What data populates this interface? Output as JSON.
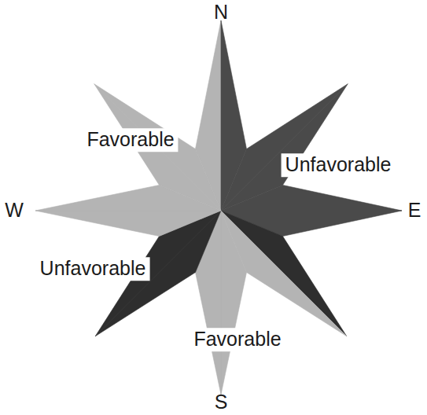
{
  "diagram": {
    "labels": [
      "N",
      "Favorable",
      "Unfavorable",
      "W",
      "E",
      "Unfavorable",
      "Favorable",
      "S"
    ]
  }
}
